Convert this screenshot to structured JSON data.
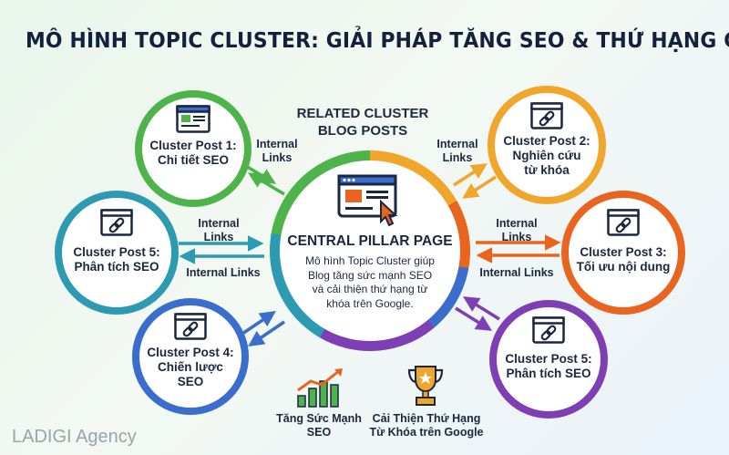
{
  "title": "MÔ HÌNH TOPIC CLUSTER: GIẢI PHÁP TĂNG SEO & THỨ HẠNG GOOGLE",
  "related_label": [
    "RELATED CLUSTER",
    "BLOG POSTS"
  ],
  "center": {
    "title": "CENTRAL PILLAR PAGE",
    "description": [
      "Mô hình Topic Cluster giúp",
      "Blog tăng sức mạnh SEO",
      "và cải thiện thứ hạng từ",
      "khóa trên Google."
    ]
  },
  "clusters": {
    "post1": [
      "Cluster Post 1:",
      "Chi tiết SEO"
    ],
    "post2": [
      "Cluster Post 2:",
      "Nghiên cứu",
      "từ khóa"
    ],
    "post3": [
      "Cluster Post 3:",
      "Tối ưu nội dung"
    ],
    "post4": [
      "Cluster Post 4:",
      "Chiến lược",
      "SEO"
    ],
    "post5_left": [
      "Cluster Post 5:",
      "Phân tích SEO"
    ],
    "post5_right": [
      "Cluster Post 5:",
      "Phân tích SEO"
    ]
  },
  "links": {
    "internal_links_stacked": [
      "Internal",
      "Links"
    ],
    "internal_links_inline": "Internal Links"
  },
  "bottom": {
    "strength": [
      "Tăng Sức Mạnh",
      "SEO"
    ],
    "ranking": [
      "Cải Thiện Thứ Hạng",
      "Từ Khóa trên Google"
    ]
  },
  "watermark": "LADIGI Agency",
  "colors": {
    "green": "#4db34a",
    "orange": "#f0a62a",
    "red_orange": "#e9641f",
    "blue": "#3a6dcc",
    "teal": "#2c9ab1",
    "purple": "#7d3fb3",
    "navy": "#1a2740"
  }
}
